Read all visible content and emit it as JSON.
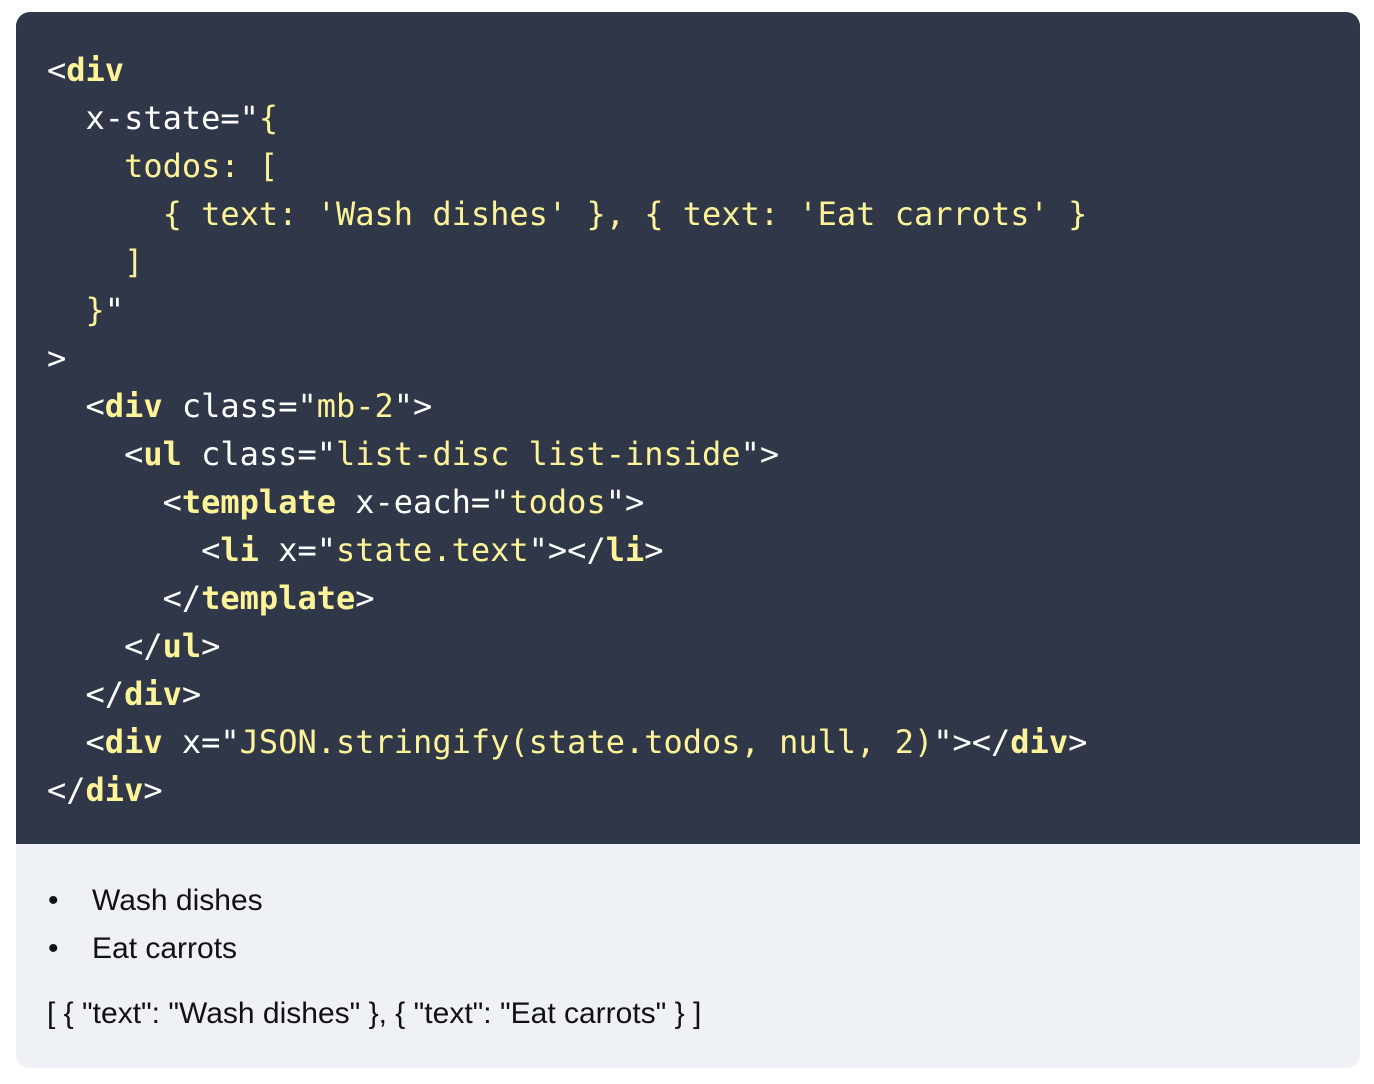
{
  "code": {
    "lines": [
      [
        {
          "c": "p",
          "t": "<"
        },
        {
          "c": "t",
          "t": "div"
        }
      ],
      [
        {
          "c": "p",
          "t": "  x-state=\""
        },
        {
          "c": "s",
          "t": "{"
        }
      ],
      [
        {
          "c": "s",
          "t": "    todos: ["
        }
      ],
      [
        {
          "c": "s",
          "t": "      { text: 'Wash dishes' }, { text: 'Eat carrots' }"
        }
      ],
      [
        {
          "c": "s",
          "t": "    ]"
        }
      ],
      [
        {
          "c": "s",
          "t": "  }"
        },
        {
          "c": "p",
          "t": "\""
        }
      ],
      [
        {
          "c": "p",
          "t": ">"
        }
      ],
      [
        {
          "c": "p",
          "t": "  <"
        },
        {
          "c": "t",
          "t": "div"
        },
        {
          "c": "p",
          "t": " class=\""
        },
        {
          "c": "s",
          "t": "mb-2"
        },
        {
          "c": "p",
          "t": "\">"
        }
      ],
      [
        {
          "c": "p",
          "t": "    <"
        },
        {
          "c": "t",
          "t": "ul"
        },
        {
          "c": "p",
          "t": " class=\""
        },
        {
          "c": "s",
          "t": "list-disc list-inside"
        },
        {
          "c": "p",
          "t": "\">"
        }
      ],
      [
        {
          "c": "p",
          "t": "      <"
        },
        {
          "c": "t",
          "t": "template"
        },
        {
          "c": "p",
          "t": " x-each=\""
        },
        {
          "c": "s",
          "t": "todos"
        },
        {
          "c": "p",
          "t": "\">"
        }
      ],
      [
        {
          "c": "p",
          "t": "        <"
        },
        {
          "c": "t",
          "t": "li"
        },
        {
          "c": "p",
          "t": " x=\""
        },
        {
          "c": "s",
          "t": "state.text"
        },
        {
          "c": "p",
          "t": "\"></"
        },
        {
          "c": "t",
          "t": "li"
        },
        {
          "c": "p",
          "t": ">"
        }
      ],
      [
        {
          "c": "p",
          "t": "      </"
        },
        {
          "c": "t",
          "t": "template"
        },
        {
          "c": "p",
          "t": ">"
        }
      ],
      [
        {
          "c": "p",
          "t": "    </"
        },
        {
          "c": "t",
          "t": "ul"
        },
        {
          "c": "p",
          "t": ">"
        }
      ],
      [
        {
          "c": "p",
          "t": "  </"
        },
        {
          "c": "t",
          "t": "div"
        },
        {
          "c": "p",
          "t": ">"
        }
      ],
      [
        {
          "c": "p",
          "t": "  <"
        },
        {
          "c": "t",
          "t": "div"
        },
        {
          "c": "p",
          "t": " x=\""
        },
        {
          "c": "s",
          "t": "JSON.stringify(state.todos, null, 2)"
        },
        {
          "c": "p",
          "t": "\"></"
        },
        {
          "c": "t",
          "t": "div"
        },
        {
          "c": "p",
          "t": ">"
        }
      ],
      [
        {
          "c": "p",
          "t": "</"
        },
        {
          "c": "t",
          "t": "div"
        },
        {
          "c": "p",
          "t": ">"
        }
      ]
    ]
  },
  "result": {
    "bullet": "•",
    "todos": [
      "Wash dishes",
      "Eat carrots"
    ],
    "json_output": "[ { \"text\": \"Wash dishes\" }, { \"text\": \"Eat carrots\" } ]"
  },
  "colors": {
    "code_background": "#303748",
    "result_background": "#eef2f7",
    "highlight": "#fdf499",
    "plain": "#ffffff"
  }
}
